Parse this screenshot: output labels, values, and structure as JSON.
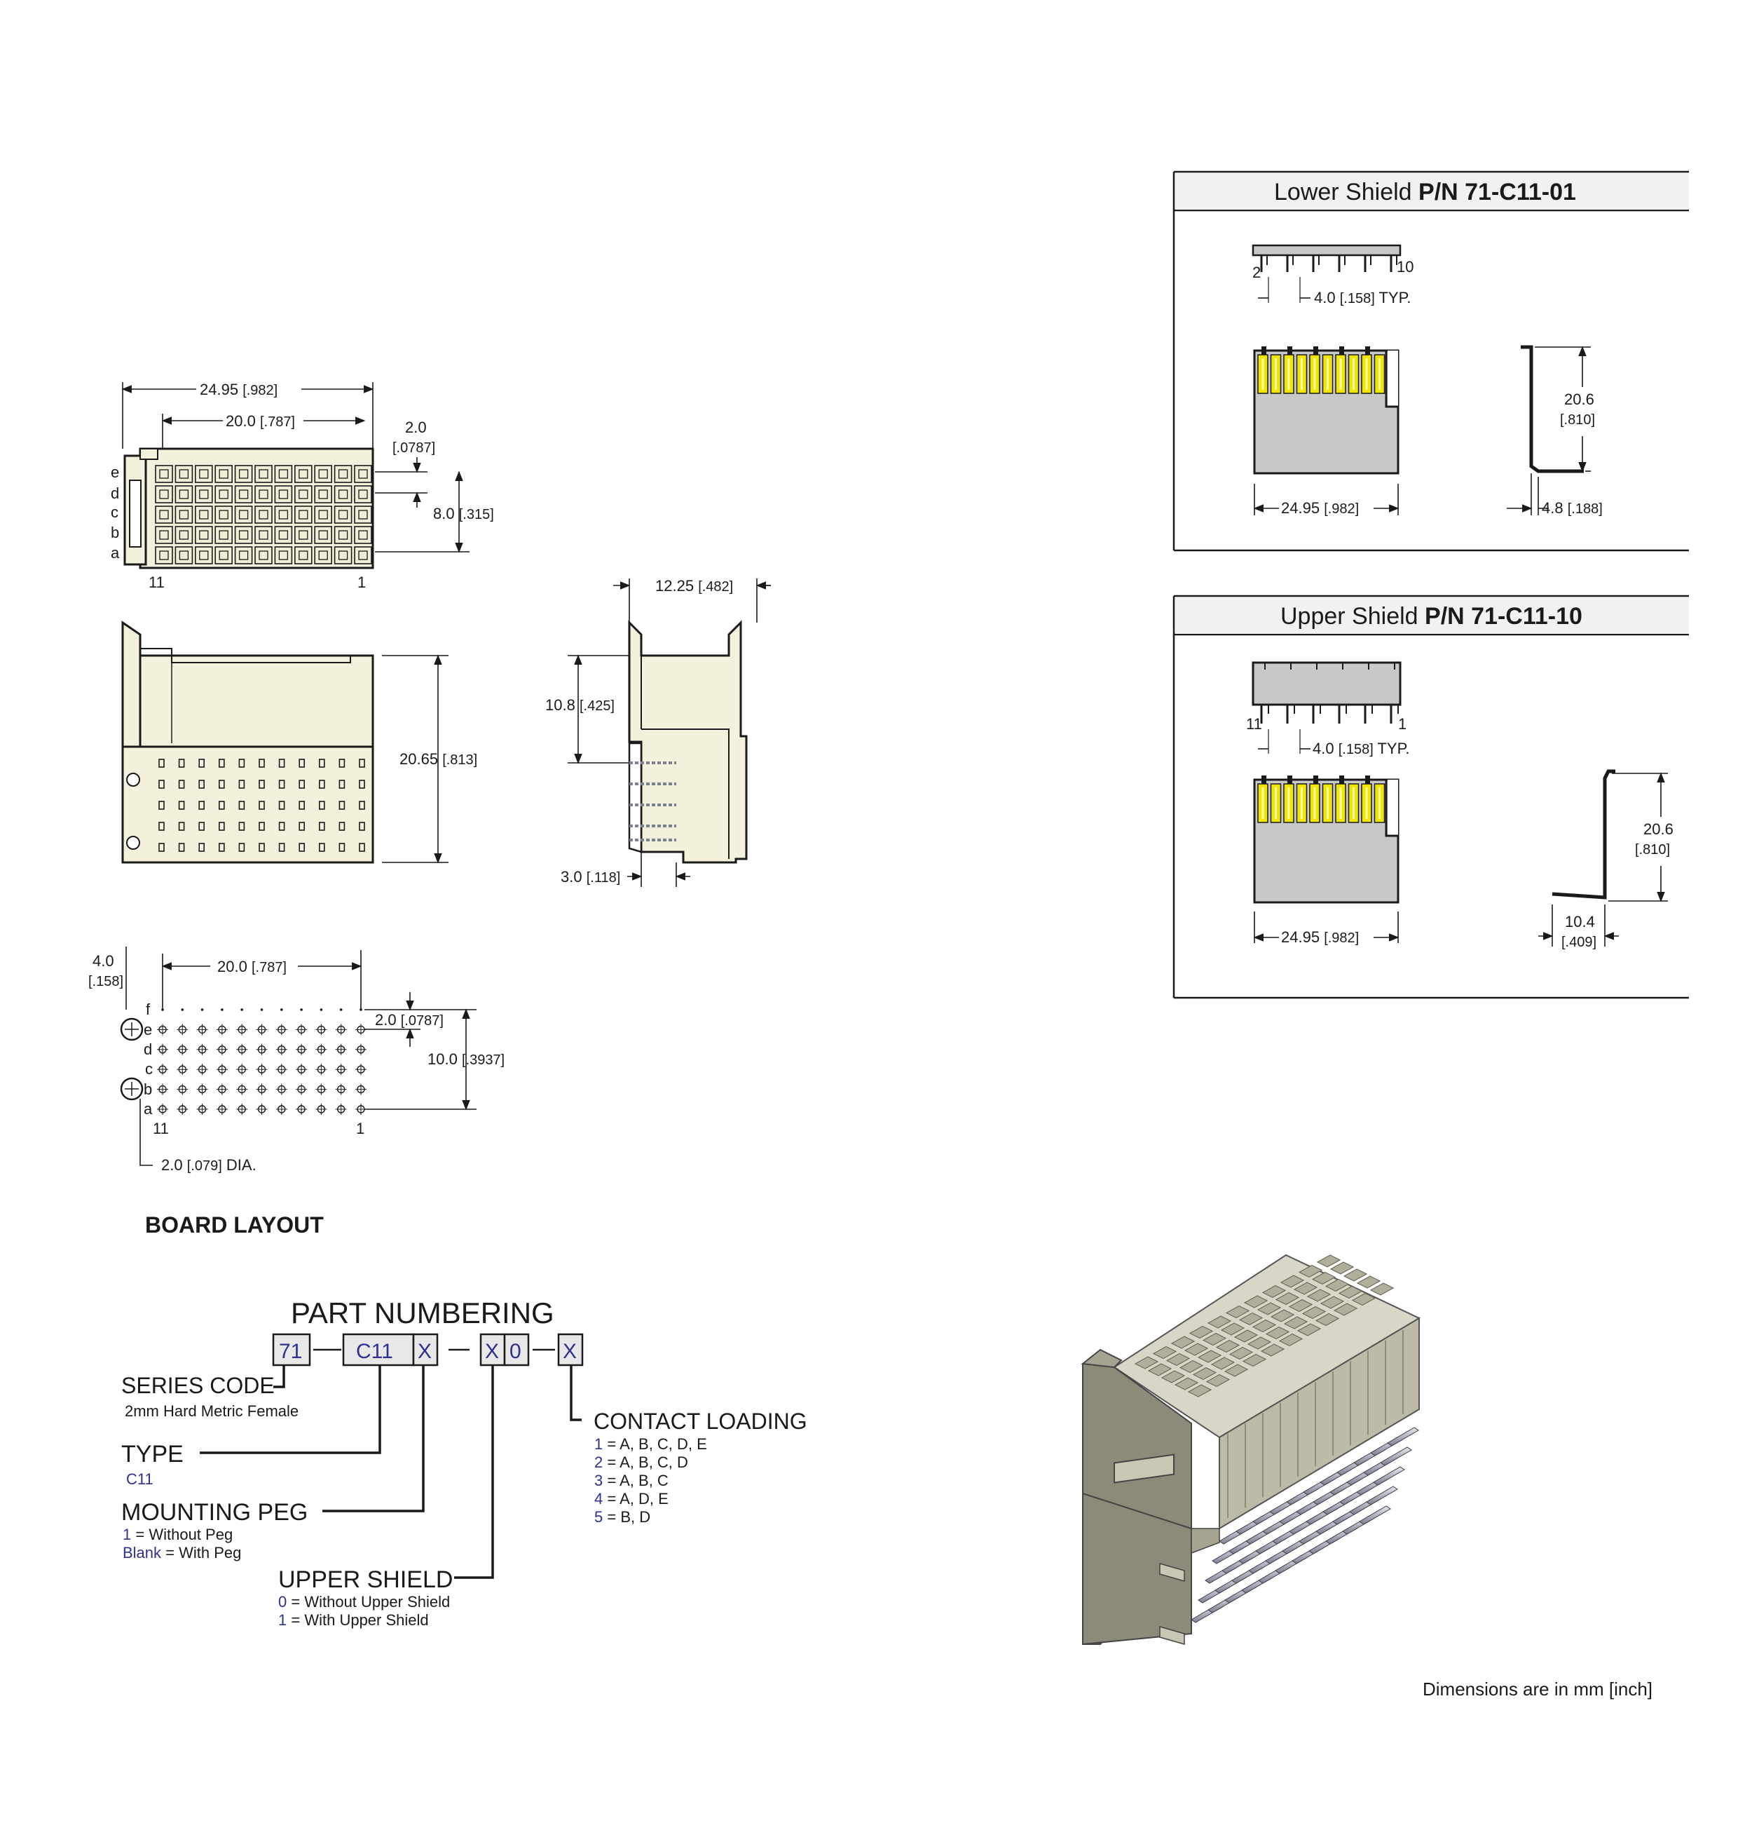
{
  "colors": {
    "housing": "#f3f1dc",
    "shield_gray": "#c8c8c8",
    "contact_yellow": "#f2e600",
    "accent_blue": "#2e3192",
    "iso_body": "#b8b6a4"
  },
  "top_view": {
    "dims": {
      "overall": "24.95",
      "overall_in": "[.982]",
      "pitch_span": "20.0",
      "pitch_span_in": "[.787]",
      "row_pitch": "2.0",
      "row_pitch_in": "[.0787]",
      "row_span": "8.0",
      "row_span_in": "[.315]"
    },
    "rows": [
      "e",
      "d",
      "c",
      "b",
      "a"
    ],
    "cols": {
      "left": "11",
      "right": "1"
    }
  },
  "front_view": {
    "dims": {
      "height": "20.65",
      "height_in": "[.813]"
    }
  },
  "side_view": {
    "dims": {
      "width": "12.25",
      "width_in": "[.482]",
      "upper": "10.8",
      "upper_in": "[.425]",
      "tail": "3.0",
      "tail_in": "[.118]"
    }
  },
  "board_layout": {
    "title": "BOARD LAYOUT",
    "rows": [
      "f",
      "e",
      "d",
      "c",
      "b",
      "a"
    ],
    "cols": {
      "left": "11",
      "right": "1"
    },
    "dims": {
      "edge": "4.0",
      "edge_in": "[.158]",
      "span": "20.0",
      "span_in": "[.787]",
      "pitch": "2.0",
      "pitch_in": "[.0787]",
      "height": "10.0",
      "height_in": "[.3937]",
      "peg": "2.0",
      "peg_in": "[.079]",
      "peg_suffix": "DIA."
    }
  },
  "lower_shield": {
    "title": "Lower Shield",
    "pn": "P/N 71-C11-01",
    "pin_left": "2",
    "pin_right": "10",
    "pitch": "4.0",
    "pitch_in": "[.158]",
    "typ": "TYP.",
    "width": "24.95",
    "width_in": "[.982]",
    "height": "20.6",
    "height_in": "[.810]",
    "depth": "4.8",
    "depth_in": "[.188]"
  },
  "upper_shield": {
    "title": "Upper Shield",
    "pn": "P/N 71-C11-10",
    "pin_left": "11",
    "pin_right": "1",
    "pitch": "4.0",
    "pitch_in": "[.158]",
    "typ": "TYP.",
    "width": "24.95",
    "width_in": "[.982]",
    "height": "20.6",
    "height_in": "[.810]",
    "depth": "10.4",
    "depth_in": "[.409]"
  },
  "part_numbering": {
    "title": "PART NUMBERING",
    "boxes": [
      "71",
      "C11",
      "X",
      "X",
      "0",
      "X"
    ],
    "series": {
      "label": "SERIES CODE",
      "desc": "2mm Hard Metric Female"
    },
    "type": {
      "label": "TYPE",
      "desc": "C11"
    },
    "mounting_peg": {
      "label": "MOUNTING PEG",
      "options": [
        {
          "code": "1",
          "text": "= Without Peg"
        },
        {
          "code": "Blank",
          "text": "= With Peg"
        }
      ]
    },
    "upper_shield": {
      "label": "UPPER SHIELD",
      "options": [
        {
          "code": "0",
          "text": "= Without Upper Shield"
        },
        {
          "code": "1",
          "text": "= With Upper Shield"
        }
      ]
    },
    "contact_loading": {
      "label": "CONTACT LOADING",
      "options": [
        {
          "code": "1",
          "text": "= A, B, C, D, E"
        },
        {
          "code": "2",
          "text": "= A, B, C, D"
        },
        {
          "code": "3",
          "text": "= A, B, C"
        },
        {
          "code": "4",
          "text": "= A, D, E"
        },
        {
          "code": "5",
          "text": "= B, D"
        }
      ]
    }
  },
  "footer": {
    "note": "Dimensions are in mm [inch]"
  }
}
